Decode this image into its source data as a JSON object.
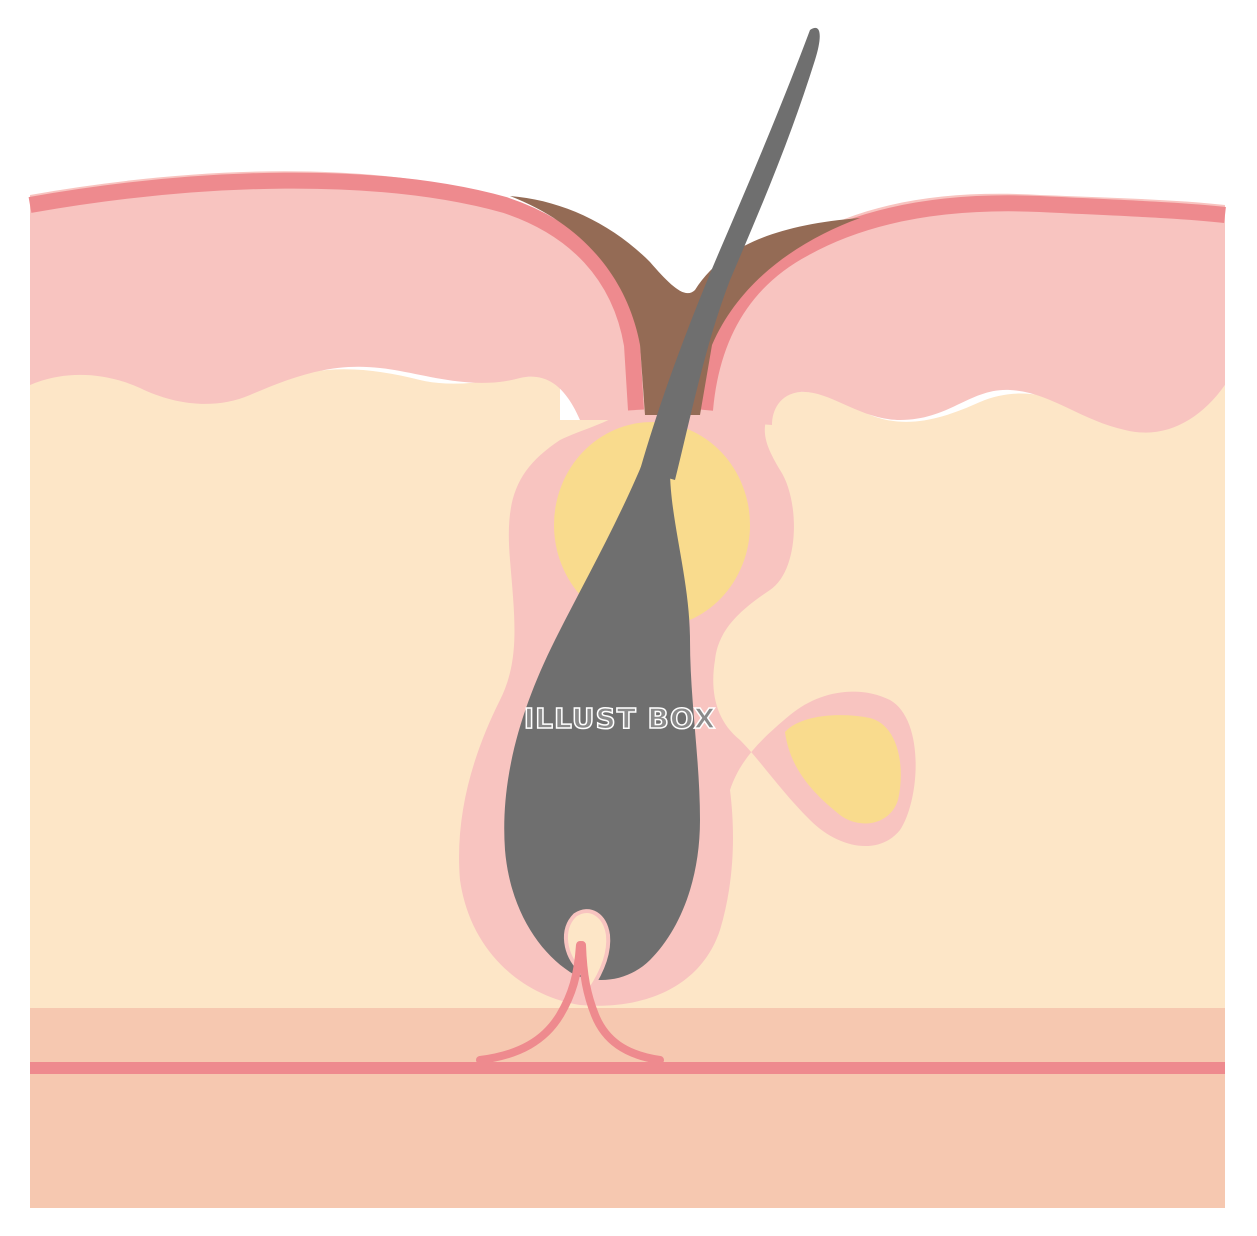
{
  "watermark": {
    "text": "ILLUST BOX"
  },
  "colors": {
    "background": "#ffffff",
    "skin_outline": "#ee8a8e",
    "epidermis": "#f8c4c0",
    "dermis": "#fde6c7",
    "subcutis": "#f6c8b0",
    "follicle_sheath": "#f8c4c0",
    "sebum_plug": "#946b55",
    "hair": "#6f6f6f",
    "sebaceous_gland": "#f9db8d",
    "papilla": "#fde6c7",
    "watermark_fill": "#8b8b8b",
    "watermark_stroke": "#ffffff"
  },
  "parts": [
    "skin-surface",
    "epidermis",
    "dermis",
    "subcutaneous-layer",
    "basement-line",
    "hair-follicle",
    "hair-shaft",
    "hair-bulb",
    "dermal-papilla",
    "sebaceous-gland",
    "sebum-plug",
    "blood-vessel"
  ]
}
